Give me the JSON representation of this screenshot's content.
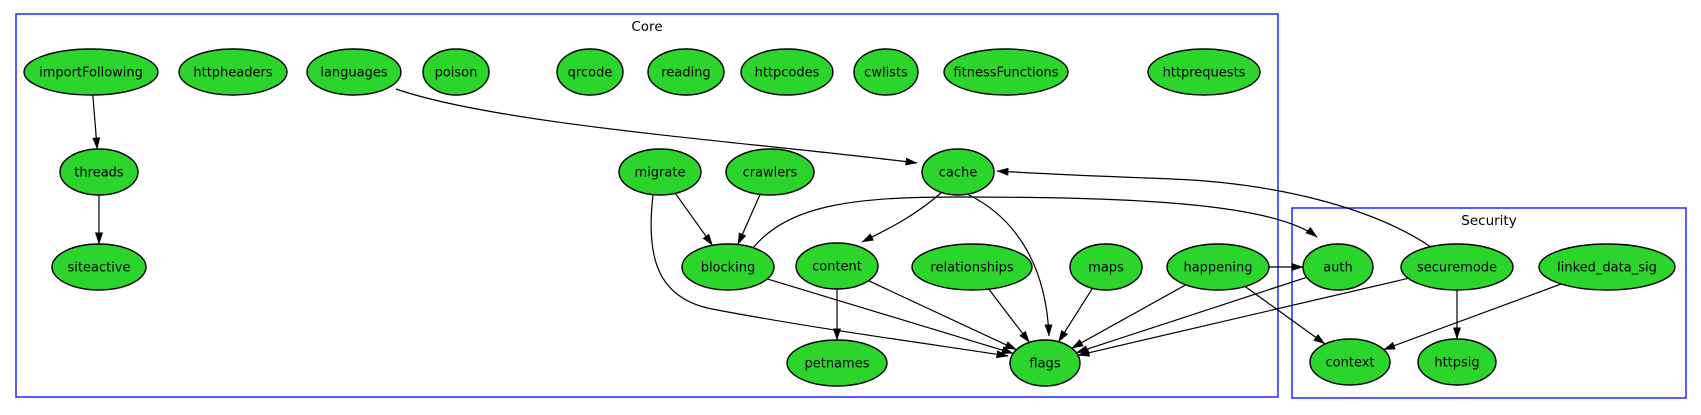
{
  "diagram": {
    "type": "dependency-graph",
    "clusters": [
      {
        "id": "core",
        "label": "Core"
      },
      {
        "id": "security",
        "label": "Security"
      }
    ],
    "nodes": [
      {
        "id": "importFollowing",
        "label": "importFollowing",
        "cluster": "core"
      },
      {
        "id": "httpheaders",
        "label": "httpheaders",
        "cluster": "core"
      },
      {
        "id": "languages",
        "label": "languages",
        "cluster": "core"
      },
      {
        "id": "poison",
        "label": "poison",
        "cluster": "core"
      },
      {
        "id": "qrcode",
        "label": "qrcode",
        "cluster": "core"
      },
      {
        "id": "reading",
        "label": "reading",
        "cluster": "core"
      },
      {
        "id": "httpcodes",
        "label": "httpcodes",
        "cluster": "core"
      },
      {
        "id": "cwlists",
        "label": "cwlists",
        "cluster": "core"
      },
      {
        "id": "fitnessFunctions",
        "label": "fitnessFunctions",
        "cluster": "core"
      },
      {
        "id": "httprequests",
        "label": "httprequests",
        "cluster": "core"
      },
      {
        "id": "threads",
        "label": "threads",
        "cluster": "core"
      },
      {
        "id": "migrate",
        "label": "migrate",
        "cluster": "core"
      },
      {
        "id": "crawlers",
        "label": "crawlers",
        "cluster": "core"
      },
      {
        "id": "cache",
        "label": "cache",
        "cluster": "core"
      },
      {
        "id": "siteactive",
        "label": "siteactive",
        "cluster": "core"
      },
      {
        "id": "blocking",
        "label": "blocking",
        "cluster": "core"
      },
      {
        "id": "content",
        "label": "content",
        "cluster": "core"
      },
      {
        "id": "relationships",
        "label": "relationships",
        "cluster": "core"
      },
      {
        "id": "maps",
        "label": "maps",
        "cluster": "core"
      },
      {
        "id": "happening",
        "label": "happening",
        "cluster": "core"
      },
      {
        "id": "petnames",
        "label": "petnames",
        "cluster": "core"
      },
      {
        "id": "flags",
        "label": "flags",
        "cluster": "core"
      },
      {
        "id": "auth",
        "label": "auth",
        "cluster": "security"
      },
      {
        "id": "securemode",
        "label": "securemode",
        "cluster": "security"
      },
      {
        "id": "linked_data_sig",
        "label": "linked_data_sig",
        "cluster": "security"
      },
      {
        "id": "context",
        "label": "context",
        "cluster": "security"
      },
      {
        "id": "httpsig",
        "label": "httpsig",
        "cluster": "security"
      }
    ],
    "edges": [
      {
        "from": "importFollowing",
        "to": "threads"
      },
      {
        "from": "threads",
        "to": "siteactive"
      },
      {
        "from": "languages",
        "to": "cache"
      },
      {
        "from": "migrate",
        "to": "blocking"
      },
      {
        "from": "crawlers",
        "to": "blocking"
      },
      {
        "from": "migrate",
        "to": "flags"
      },
      {
        "from": "blocking",
        "to": "flags"
      },
      {
        "from": "blocking",
        "to": "auth"
      },
      {
        "from": "cache",
        "to": "content"
      },
      {
        "from": "cache",
        "to": "flags"
      },
      {
        "from": "content",
        "to": "petnames"
      },
      {
        "from": "content",
        "to": "flags"
      },
      {
        "from": "relationships",
        "to": "flags"
      },
      {
        "from": "maps",
        "to": "flags"
      },
      {
        "from": "happening",
        "to": "auth"
      },
      {
        "from": "happening",
        "to": "context"
      },
      {
        "from": "happening",
        "to": "flags"
      },
      {
        "from": "auth",
        "to": "flags"
      },
      {
        "from": "securemode",
        "to": "cache"
      },
      {
        "from": "securemode",
        "to": "httpsig"
      },
      {
        "from": "securemode",
        "to": "flags"
      },
      {
        "from": "linked_data_sig",
        "to": "context"
      }
    ],
    "colors": {
      "node_fill": "#2bd52b",
      "node_border": "#000000",
      "cluster_border": "#3232ff",
      "edge": "#000000",
      "label": "#000000",
      "background": "#ffffff"
    }
  }
}
